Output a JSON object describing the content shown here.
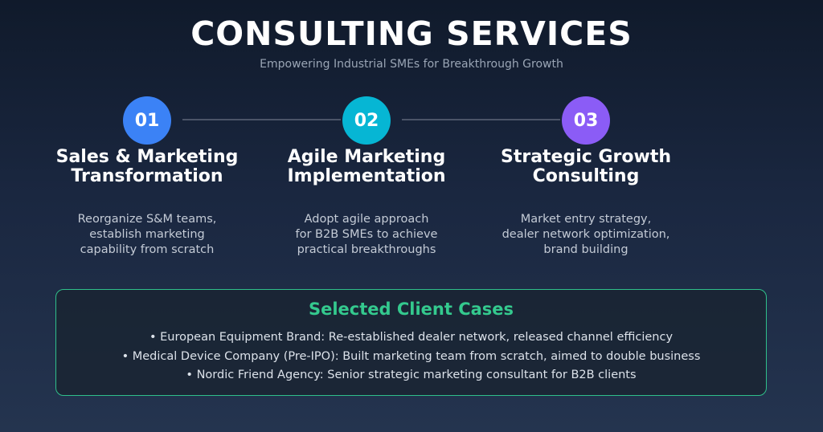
{
  "header": {
    "title": "CONSULTING SERVICES",
    "subtitle": "Empowering Industrial SMEs for Breakthrough Growth"
  },
  "steps": [
    {
      "number": "01",
      "title_line1": "Sales & Marketing",
      "title_line2": "Transformation",
      "desc_line1": "Reorganize S&M teams,",
      "desc_line2": "establish marketing",
      "desc_line3": "capability from scratch",
      "color": "#3b82f6"
    },
    {
      "number": "02",
      "title_line1": "Agile Marketing",
      "title_line2": "Implementation",
      "desc_line1": "Adopt agile approach",
      "desc_line2": "for B2B SMEs to achieve",
      "desc_line3": "practical breakthroughs",
      "color": "#06b6d4"
    },
    {
      "number": "03",
      "title_line1": "Strategic Growth",
      "title_line2": "Consulting",
      "desc_line1": "Market entry strategy,",
      "desc_line2": "dealer network optimization,",
      "desc_line3": "brand building",
      "color": "#8b5cf6"
    }
  ],
  "cases": {
    "title": "Selected Client Cases",
    "accent_color": "#34c98e",
    "items": [
      "• European Equipment Brand: Re-established dealer network, released channel efficiency",
      "• Medical Device Company (Pre-IPO): Built marketing team from scratch, aimed to double business",
      "• Nordic Friend Agency: Senior strategic marketing consultant for B2B clients"
    ]
  }
}
